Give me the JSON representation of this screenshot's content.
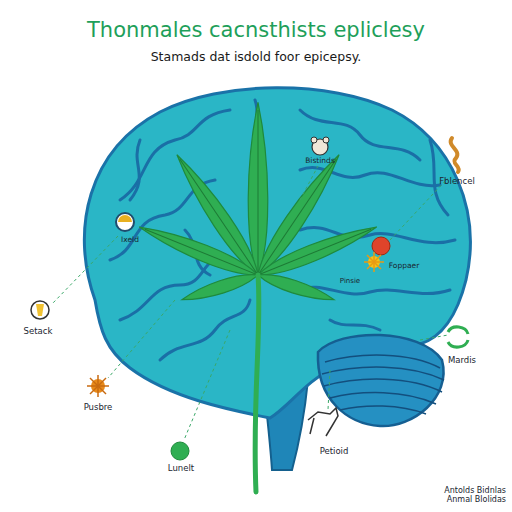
{
  "diagram": {
    "title": "Thonmales cacnsthists epliclesy",
    "labels": [
      "Stamads dat isdold foor epicepsy.",
      "Bistinds",
      "Fblencel",
      "Ixeld",
      "Setack",
      "Foppaer",
      "Pinsie",
      "Mardis",
      "Pusbre",
      "Petioid",
      "Lunelt",
      "Antolds Bidnlas Anmal Blolidas"
    ]
  }
}
